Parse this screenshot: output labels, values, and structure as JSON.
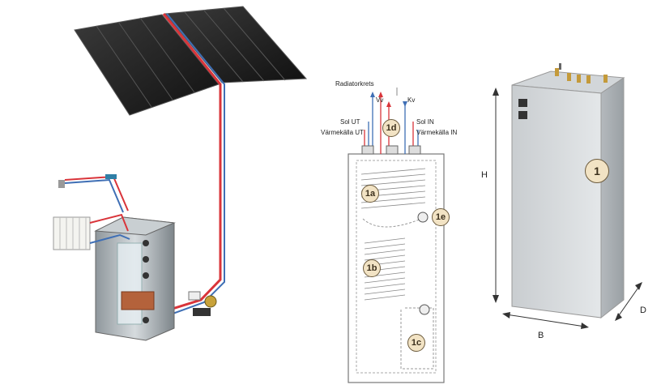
{
  "schematic": {
    "labels": {
      "radiator": "Radiatorkrets",
      "vv": "Vv",
      "kv": "Kv",
      "sol_ut": "Sol UT",
      "sol_in": "Sol IN",
      "varmekalla_ut": "Värmekälla UT",
      "varmekalla_in": "Värmekälla IN"
    },
    "callouts": {
      "c1a": "1a",
      "c1b": "1b",
      "c1c": "1c",
      "c1d": "1d",
      "c1e": "1e"
    }
  },
  "unit": {
    "callout": "1",
    "dim_h": "H",
    "dim_b": "B",
    "dim_d": "D"
  },
  "colors": {
    "hot_pipe": "#d9343a",
    "cold_pipe": "#3f6fb5",
    "panel": "#2a2a2a",
    "tank": "#b9c0c4",
    "callout_fill": "#f2e3c4"
  }
}
